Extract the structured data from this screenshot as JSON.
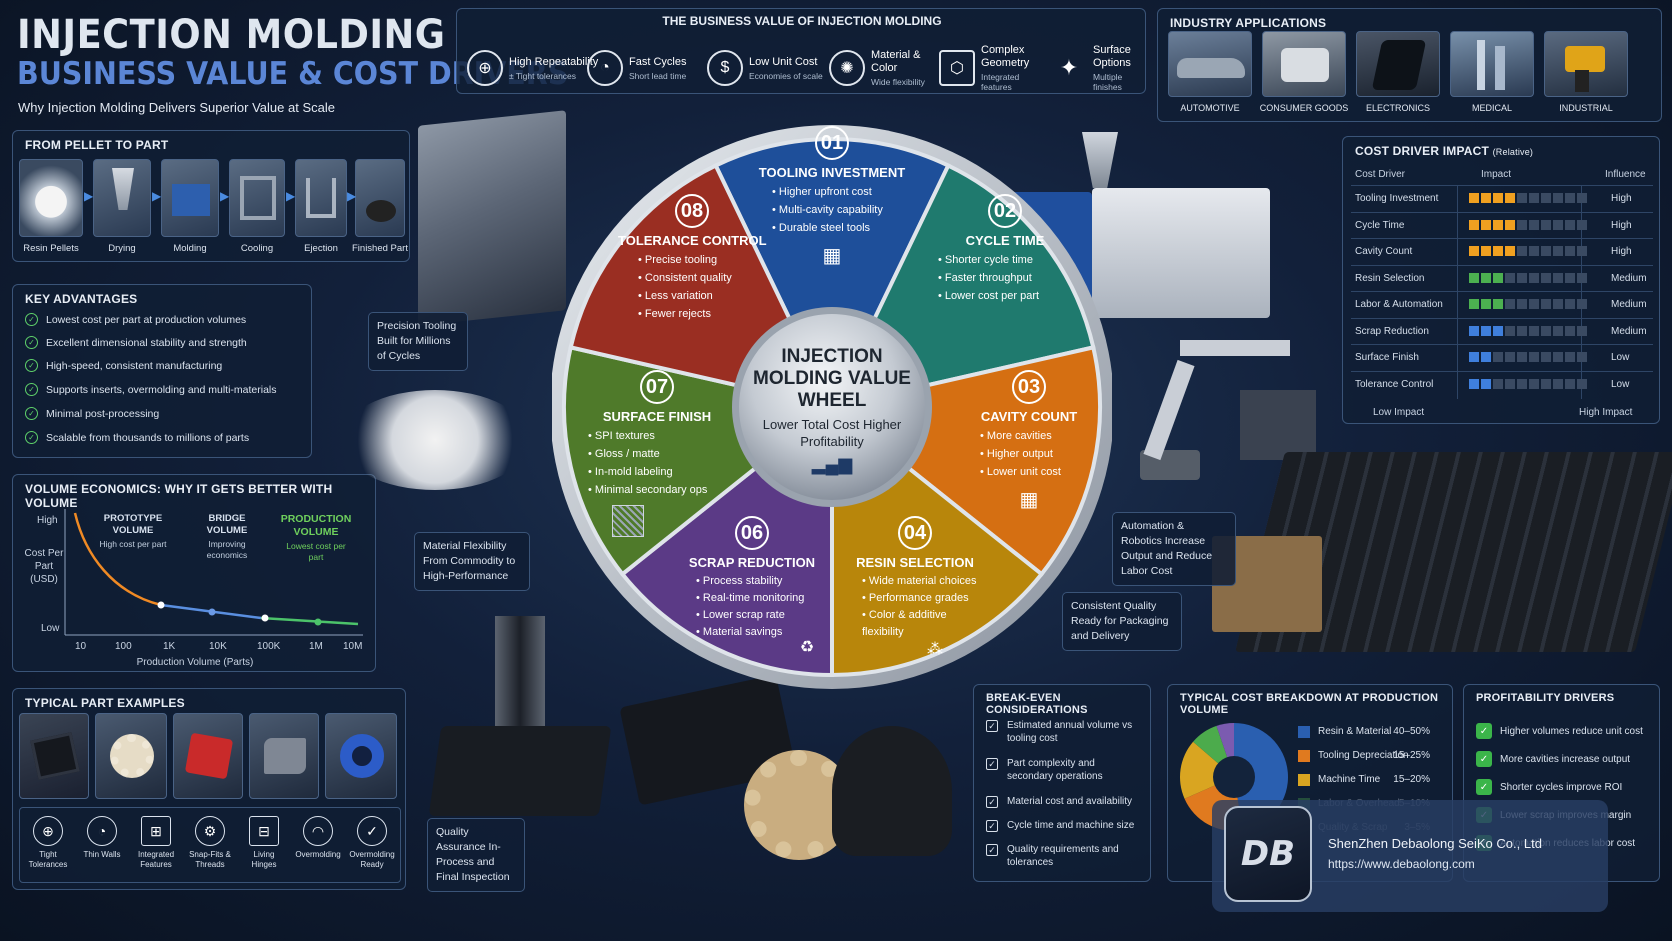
{
  "header": {
    "title_line1": "INJECTION MOLDING",
    "title_line2": "BUSINESS VALUE & COST DRIVERS",
    "subtitle": "Why Injection Molding Delivers Superior Value at Scale"
  },
  "business_value": {
    "title": "THE BUSINESS VALUE OF INJECTION MOLDING",
    "items": [
      {
        "label": "High Repeatability",
        "sub": "± Tight tolerances",
        "icon": "target-icon"
      },
      {
        "label": "Fast Cycles",
        "sub": "Short lead time",
        "icon": "gauge-icon"
      },
      {
        "label": "Low Unit Cost",
        "sub": "Economies of scale",
        "icon": "dollar-icon"
      },
      {
        "label": "Material & Color",
        "sub": "Wide flexibility",
        "icon": "palette-icon"
      },
      {
        "label": "Complex Geometry",
        "sub": "Integrated features",
        "icon": "cube-icon"
      },
      {
        "label": "Surface Options",
        "sub": "Multiple finishes",
        "icon": "sparkle-icon"
      }
    ]
  },
  "applications": {
    "title": "INDUSTRY APPLICATIONS",
    "items": [
      "AUTOMOTIVE",
      "CONSUMER GOODS",
      "ELECTRONICS",
      "MEDICAL",
      "INDUSTRIAL"
    ]
  },
  "pellet": {
    "title": "FROM PELLET TO PART",
    "steps": [
      "Resin Pellets",
      "Drying",
      "Molding",
      "Cooling",
      "Ejection",
      "Finished Part"
    ]
  },
  "advantages": {
    "title": "KEY ADVANTAGES",
    "items": [
      "Lowest cost per part at production volumes",
      "Excellent dimensional stability and strength",
      "High-speed, consistent manufacturing",
      "Supports inserts, overmolding and multi-materials",
      "Minimal post-processing",
      "Scalable from thousands to millions of parts"
    ]
  },
  "volume": {
    "title": "VOLUME ECONOMICS: WHY IT GETS BETTER WITH VOLUME",
    "y_high": "High",
    "y_low": "Low",
    "ylabel": "Cost Per Part (USD)",
    "xlabel": "Production Volume (Parts)",
    "ticks": [
      "10",
      "100",
      "1K",
      "10K",
      "100K",
      "1M",
      "10M"
    ],
    "phases": [
      {
        "name": "PROTOTYPE VOLUME",
        "desc": "High cost per part",
        "color": "#e8eef6"
      },
      {
        "name": "BRIDGE VOLUME",
        "desc": "Improving economics",
        "color": "#e8eef6"
      },
      {
        "name": "PRODUCTION VOLUME",
        "desc": "Lowest cost per part",
        "color": "#6fd05d"
      }
    ],
    "colors": {
      "prototype": "#f08a24",
      "bridge": "#5a8fe0",
      "production": "#4cc36a"
    }
  },
  "examples": {
    "title": "TYPICAL PART EXAMPLES",
    "features": [
      {
        "label": "Tight Tolerances",
        "icon": "target-icon",
        "glyph": "⊕"
      },
      {
        "label": "Thin Walls",
        "icon": "thin-walls-icon",
        "glyph": "◔"
      },
      {
        "label": "Integrated Features",
        "icon": "features-icon",
        "glyph": "⊞"
      },
      {
        "label": "Snap-Fits & Threads",
        "icon": "snap-fit-icon",
        "glyph": "⚙"
      },
      {
        "label": "Living Hinges",
        "icon": "hinge-icon",
        "glyph": "⊟"
      },
      {
        "label": "Overmolding",
        "icon": "overmolding-icon",
        "glyph": "◠"
      },
      {
        "label": "Overmolding Ready",
        "icon": "ready-icon",
        "glyph": "✓"
      }
    ]
  },
  "callouts": {
    "precision": "Precision Tooling Built for Millions of Cycles",
    "material": "Material Flexibility From Commodity to High-Performance",
    "quality": "Quality Assurance In-Process and Final Inspection",
    "automation": "Automation & Robotics Increase Output and Reduce Labor Cost",
    "packaging": "Consistent Quality Ready for Packaging and Delivery"
  },
  "wheel": {
    "center_title": "INJECTION MOLDING VALUE WHEEL",
    "center_sub": "Lower Total Cost Higher Profitability",
    "segments": [
      {
        "num": "01",
        "title": "TOOLING INVESTMENT",
        "bullets": [
          "Higher upfront cost",
          "Multi-cavity capability",
          "Durable steel tools"
        ],
        "color": "#1e4f9a"
      },
      {
        "num": "02",
        "title": "CYCLE TIME",
        "bullets": [
          "Shorter cycle time",
          "Faster throughput",
          "Lower cost per part"
        ],
        "color": "#1f7a6e"
      },
      {
        "num": "03",
        "title": "CAVITY COUNT",
        "bullets": [
          "More cavities",
          "Higher output",
          "Lower unit cost"
        ],
        "color": "#d56f12"
      },
      {
        "num": "04",
        "title": "RESIN SELECTION",
        "bullets": [
          "Wide material choices",
          "Performance grades",
          "Color & additive flexibility"
        ],
        "color": "#b8860b"
      },
      {
        "num": "06",
        "title": "SCRAP REDUCTION",
        "bullets": [
          "Process stability",
          "Real-time monitoring",
          "Lower scrap rate",
          "Material savings"
        ],
        "color": "#5b3a86"
      },
      {
        "num": "07",
        "title": "SURFACE FINISH",
        "bullets": [
          "SPI textures",
          "Gloss / matte",
          "In-mold labeling",
          "Minimal secondary ops"
        ],
        "color": "#4f7a2a"
      },
      {
        "num": "08",
        "title": "TOLERANCE CONTROL",
        "bullets": [
          "Precise tooling",
          "Consistent quality",
          "Less variation",
          "Fewer rejects"
        ],
        "color": "#9a2e22"
      }
    ]
  },
  "cost_driver": {
    "title": "COST DRIVER IMPACT",
    "title_note": "(Relative)",
    "headers": [
      "Cost Driver",
      "Impact",
      "Influence"
    ],
    "rows": [
      {
        "name": "Tooling Investment",
        "impact": 4,
        "influence": "High",
        "color": "#f0a020"
      },
      {
        "name": "Cycle Time",
        "impact": 4,
        "influence": "High",
        "color": "#f0a020"
      },
      {
        "name": "Cavity Count",
        "impact": 4,
        "influence": "High",
        "color": "#f0a020"
      },
      {
        "name": "Resin Selection",
        "impact": 3,
        "influence": "Medium",
        "color": "#4cb050"
      },
      {
        "name": "Labor & Automation",
        "impact": 3,
        "influence": "Medium",
        "color": "#4cb050"
      },
      {
        "name": "Scrap Reduction",
        "impact": 3,
        "influence": "Medium",
        "color": "#3f7fdc"
      },
      {
        "name": "Surface Finish",
        "impact": 2,
        "influence": "Low",
        "color": "#3f7fdc"
      },
      {
        "name": "Tolerance Control",
        "impact": 2,
        "influence": "Low",
        "color": "#3f7fdc"
      }
    ],
    "scale_max": 10,
    "footer_low": "Low Impact",
    "footer_high": "High Impact"
  },
  "breakeven": {
    "title": "BREAK-EVEN CONSIDERATIONS",
    "items": [
      "Estimated annual volume vs tooling cost",
      "Part complexity and secondary operations",
      "Material cost and availability",
      "Cycle time and machine size",
      "Quality requirements and tolerances"
    ]
  },
  "cost_breakdown": {
    "title": "TYPICAL COST BREAKDOWN AT PRODUCTION VOLUME",
    "items": [
      {
        "name": "Resin & Material",
        "value": "40–50%",
        "share": 45,
        "color": "#2a5fb0"
      },
      {
        "name": "Tooling Depreciation",
        "value": "15–25%",
        "share": 20,
        "color": "#e07a1f"
      },
      {
        "name": "Machine Time",
        "value": "15–20%",
        "share": 17,
        "color": "#d9a521"
      },
      {
        "name": "Labor & Overhead",
        "value": "5–10%",
        "share": 8,
        "color": "#4cab4c"
      },
      {
        "name": "Quality & Scrap",
        "value": "3–5%",
        "share": 5,
        "color": "#7b5bb0"
      }
    ]
  },
  "profit": {
    "title": "PROFITABILITY DRIVERS",
    "items": [
      "Higher volumes reduce unit cost",
      "More cavities increase output",
      "Shorter cycles improve ROI",
      "Lower scrap improves margin",
      "Automation reduces labor cost"
    ]
  },
  "watermark": {
    "logo": "DB",
    "company": "ShenZhen Debaolong SeiKo Co., Ltd",
    "url": "https://www.debaolong.com"
  }
}
